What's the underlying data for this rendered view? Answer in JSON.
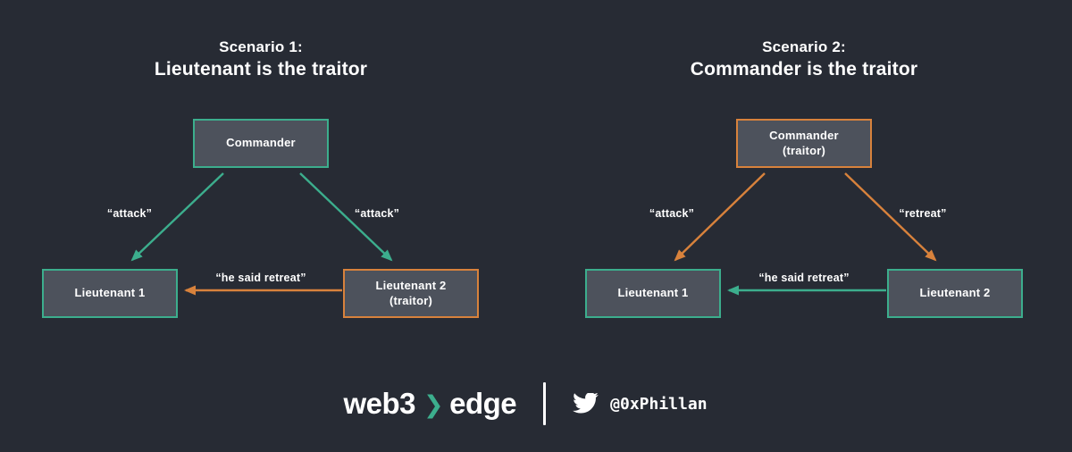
{
  "colors": {
    "background": "#272b34",
    "box_fill": "#4d525c",
    "teal": "#3cae8d",
    "orange": "#d8823c",
    "text": "#ffffff"
  },
  "scenarios": [
    {
      "title_line1": "Scenario 1:",
      "title_line2": "Lieutenant is the traitor",
      "nodes": {
        "commander": {
          "label": "Commander"
        },
        "lieutenant1": {
          "label": "Lieutenant 1"
        },
        "lieutenant2": {
          "label": "Lieutenant 2",
          "sublabel": "(traitor)"
        }
      },
      "edges": {
        "left": {
          "label": "“attack”",
          "color": "teal"
        },
        "right": {
          "label": "“attack”",
          "color": "teal"
        },
        "middle": {
          "label": "“he said retreat”",
          "color": "orange"
        }
      }
    },
    {
      "title_line1": "Scenario 2:",
      "title_line2": "Commander is the traitor",
      "nodes": {
        "commander": {
          "label": "Commander",
          "sublabel": "(traitor)"
        },
        "lieutenant1": {
          "label": "Lieutenant 1"
        },
        "lieutenant2": {
          "label": "Lieutenant 2"
        }
      },
      "edges": {
        "left": {
          "label": "“attack”",
          "color": "orange"
        },
        "right": {
          "label": "“retreat”",
          "color": "orange"
        },
        "middle": {
          "label": "“he said retreat”",
          "color": "teal"
        }
      }
    }
  ],
  "footer": {
    "brand_web3": "web3",
    "chevron": "❯",
    "brand_edge": "edge",
    "twitter_icon": "twitter-bird-icon",
    "twitter_handle": "@0xPhillan"
  }
}
